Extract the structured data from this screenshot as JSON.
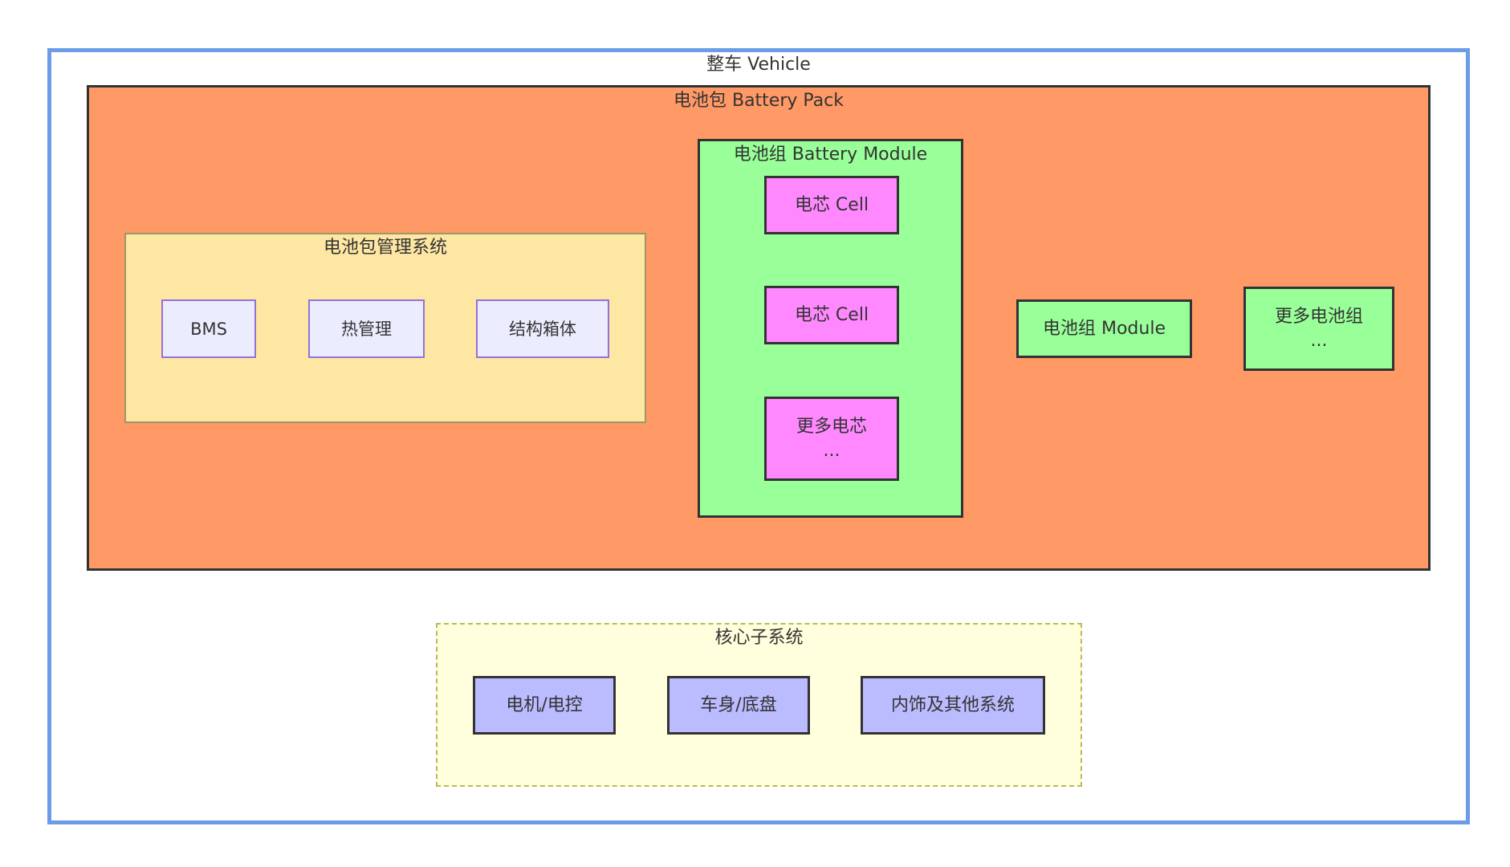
{
  "diagram": {
    "vehicle": {
      "label": "整车 Vehicle"
    },
    "battery_pack": {
      "label": "电池包 Battery Pack",
      "management": {
        "label": "电池包管理系统",
        "nodes": [
          "BMS",
          "热管理",
          "结构箱体"
        ]
      },
      "module": {
        "label": "电池组 Battery Module",
        "cells": [
          {
            "line1": "电芯 Cell",
            "line2": ""
          },
          {
            "line1": "电芯 Cell",
            "line2": ""
          },
          {
            "line1": "更多电芯",
            "line2": "..."
          }
        ]
      },
      "module_node": {
        "label": "电池组 Module"
      },
      "more_modules": {
        "line1": "更多电池组",
        "line2": "..."
      }
    },
    "core": {
      "label": "核心子系统",
      "nodes": [
        "电机/电控",
        "车身/底盘",
        "内饰及其他系统"
      ]
    },
    "colors": {
      "vehicle_border": "#6c9be8",
      "pack_fill": "#ff9966",
      "management_fill": "#fee6a3",
      "management_node_fill": "#ececff",
      "module_fill": "#99ff99",
      "cell_fill": "#ff88ff",
      "core_fill": "#ffffdd",
      "core_node_fill": "#bbbbff"
    }
  }
}
